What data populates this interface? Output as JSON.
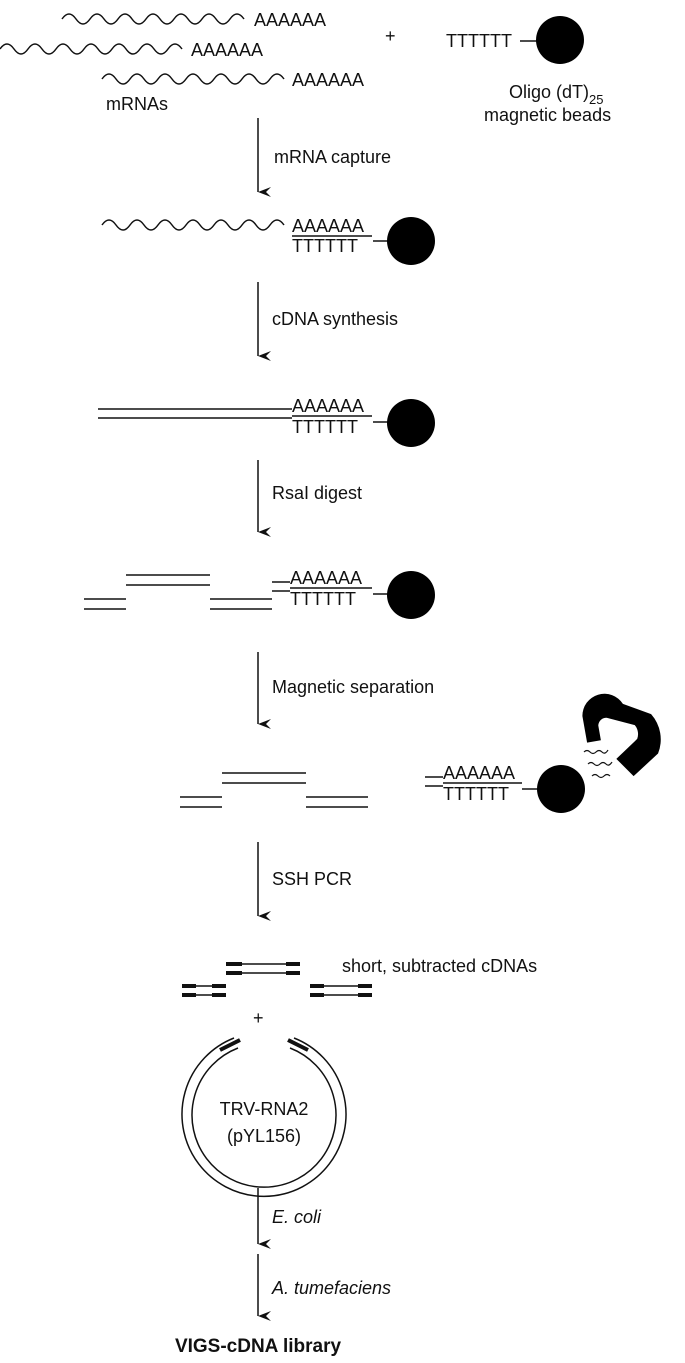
{
  "top": {
    "poly_a": "AAAAAA",
    "poly_t": "TTTTTT",
    "plus": "+",
    "mrnas_label": "mRNAs",
    "beads_label_line1": "Oligo (dT)",
    "beads_label_sub": "25",
    "beads_label_line2": "magnetic beads"
  },
  "steps": [
    "mRNA capture",
    "cDNA synthesis",
    "RsaI digest",
    "Magnetic separation",
    "SSH PCR",
    "E. coli",
    "A. tumefaciens"
  ],
  "sequences": {
    "a": "AAAAAA",
    "t": "TTTTTT"
  },
  "subtracted_label": "short, subtracted cDNAs",
  "plus": "+",
  "plasmid": {
    "line1": "TRV-RNA2",
    "line2": "(pYL156)"
  },
  "final_label": "VIGS-cDNA library"
}
